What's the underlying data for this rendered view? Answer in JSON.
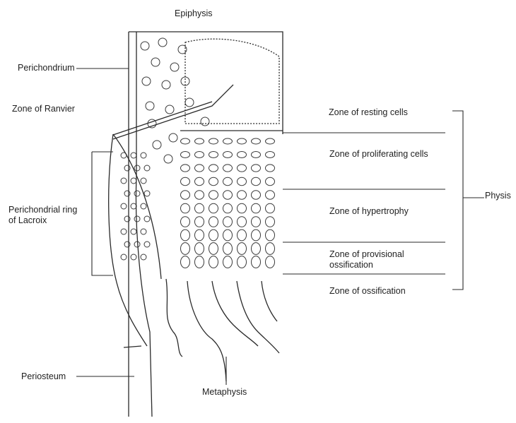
{
  "labels": {
    "epiphysis": "Epiphysis",
    "perichondrium": "Perichondrium",
    "zone_of_ranvier": "Zone of Ranvier",
    "perichondrial_ring": "Perichondrial ring of Lacroix",
    "periosteum": "Periosteum",
    "metaphysis": "Metaphysis",
    "physis": "Physis",
    "zone_resting": "Zone of resting cells",
    "zone_proliferating": "Zone of proliferating cells",
    "zone_hypertrophy": "Zone of hypertrophy",
    "zone_provisional": "Zone of provisional ossification",
    "zone_ossification": "Zone of ossification"
  }
}
